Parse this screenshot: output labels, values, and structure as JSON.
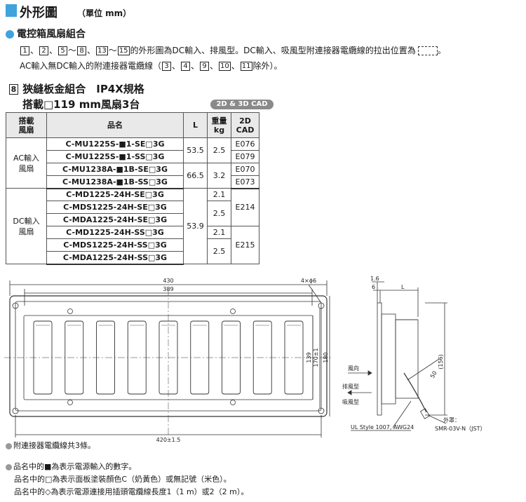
{
  "header": {
    "title": "外形圖",
    "unit": "（單位 mm）"
  },
  "section": {
    "title": "電控箱風扇組合"
  },
  "intro": {
    "line1_nums_a": [
      "1",
      "2",
      "5"
    ],
    "line1_sep1": "、",
    "line1_range1_end": "8",
    "line1_range2_start": "13",
    "line1_range2_end": "15",
    "line1_text": "的外形圖為DC輸入、排風型。DC輸入、吸風型附連接器電纜線的拉出位置為",
    "line1_tail": "。",
    "line2_text": "AC輸入無DC輸入的附連接器電纜線（",
    "line2_nums": [
      "3",
      "4",
      "9",
      "10",
      "11"
    ],
    "line2_tail": "除外）。"
  },
  "product": {
    "index": "8",
    "title": "狹縫板金組合　IP4X規格",
    "subtitle": "搭載□119 mm風扇3台",
    "cad_badge": "2D & 3D CAD"
  },
  "table": {
    "headers": {
      "type": "搭載\n風扇",
      "name": "品名",
      "L": "L",
      "weight": "重量\nkg",
      "cad": "2D\nCAD"
    },
    "groups": [
      {
        "label": "AC輸入\n風扇",
        "rows": [
          {
            "name": "C-MU1225S-■1-SE□3G",
            "L": "53.5",
            "weight": "2.5",
            "cad": "E076"
          },
          {
            "name": "C-MU1225S-■1-SS□3G",
            "L": "",
            "weight": "",
            "cad": "E079"
          },
          {
            "name": "C-MU1238A-■1B-SE□3G",
            "L": "66.5",
            "weight": "3.2",
            "cad": "E070"
          },
          {
            "name": "C-MU1238A-■1B-SS□3G",
            "L": "",
            "weight": "",
            "cad": "E073"
          }
        ]
      },
      {
        "label": "DC輸入\n風扇",
        "rows": [
          {
            "name": "C-MD1225-24H-SE□3G",
            "L": "53.9",
            "weight": "2.1",
            "cad": "E214"
          },
          {
            "name": "C-MDS1225-24H-SE□3G",
            "L": "",
            "weight": "2.5",
            "cad": ""
          },
          {
            "name": "C-MDA1225-24H-SE□3G",
            "L": "",
            "weight": "",
            "cad": ""
          },
          {
            "name": "C-MD1225-24H-SS□3G",
            "L": "",
            "weight": "2.1",
            "cad": "E215"
          },
          {
            "name": "C-MDS1225-24H-SS□3G",
            "L": "",
            "weight": "2.5",
            "cad": ""
          },
          {
            "name": "C-MDA1225-24H-SS□3G",
            "L": "",
            "weight": "",
            "cad": ""
          }
        ]
      }
    ]
  },
  "drawing_front": {
    "dim_430": "430",
    "dim_389": "389",
    "dim_holes": "4×ϕ6",
    "dim_139": "139",
    "dim_170": "170±1",
    "dim_180": "180",
    "dim_420": "420±1.5",
    "slot_count": 9
  },
  "drawing_side": {
    "dim_16": "1.6",
    "dim_6": "6",
    "dim_L": "L",
    "dim_156": "(156)",
    "dim_50": "50",
    "airflow": "風向",
    "exhaust": "排風型",
    "intake": "吸風型",
    "cable_spec": "UL Style 1007, AWG24",
    "housing_label": "外罩：",
    "housing_part": "SMR-03V-N（JST）"
  },
  "footnotes": {
    "cable_note": "附連接器電纜線共3條。",
    "name_note1": "品名中的■為表示電源輸入的數字。",
    "name_note2": "品名中的□為表示面板塗裝顏色C（奶黃色）或無記號（米色）。",
    "name_note3": "品名中的◇為表示電源連接用插頭電纜線長度1（1 m）或2（2 m）。"
  },
  "colors": {
    "accent": "#3fa3dc",
    "gray_dot": "#999999",
    "badge": "#8a8a8a"
  }
}
